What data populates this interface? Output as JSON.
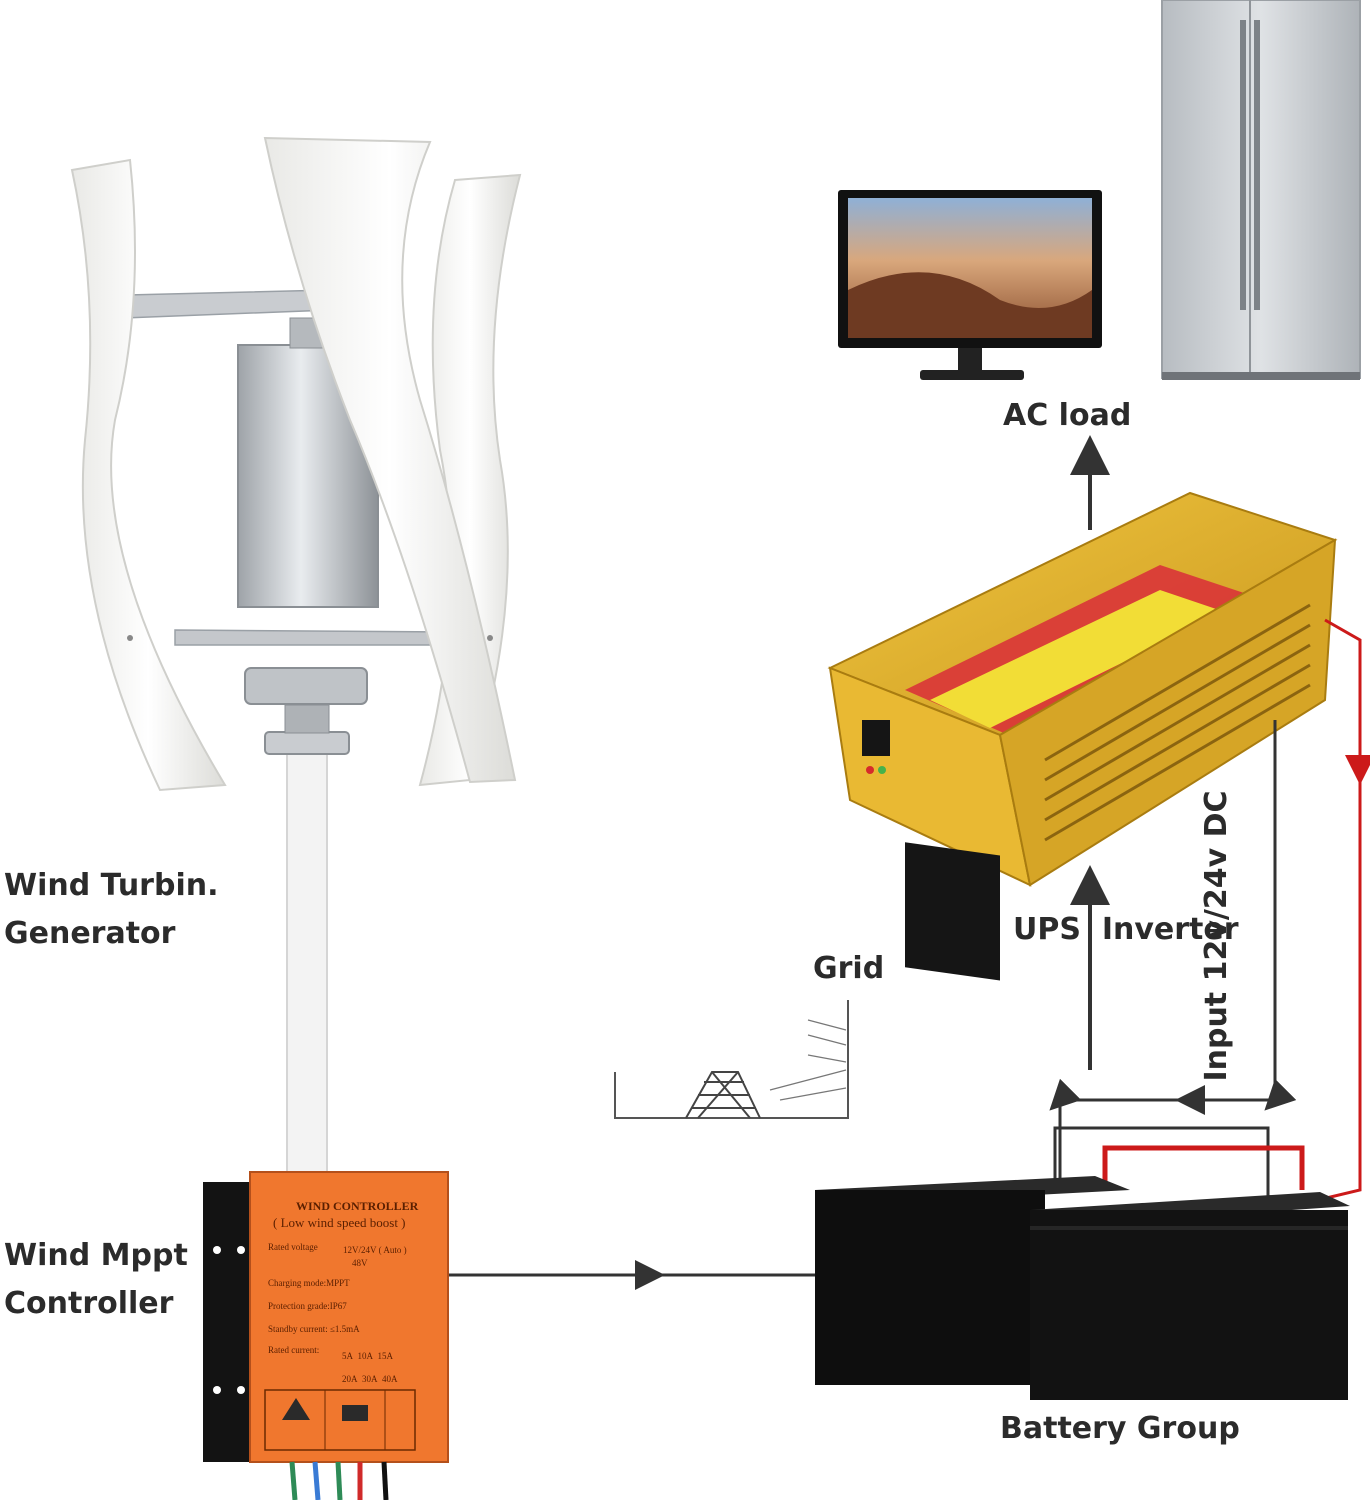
{
  "labels": {
    "turbine_line1": "Wind Turbin.",
    "turbine_line2": "Generator",
    "controller_line1": "Wind Mppt",
    "controller_line2": "Controller",
    "ac_load": "AC load",
    "ups_inverter": "UPS  Inverter",
    "grid": "Grid",
    "input_dc": "Input 12v/24v DC",
    "battery_group": "Battery Group"
  },
  "controller_panel": {
    "title": "WIND CONTROLLER",
    "subtitle": "( Low wind speed boost )",
    "rated_voltage": "Rated voltage",
    "voltage_option_1": "12V/24V ( Auto )",
    "voltage_option_2": "48V",
    "charging_mode": "Charging mode:MPPT",
    "protection": "Protection grade:IP67",
    "standby": "Standby current: ≤1.5mA",
    "rated_current": "Rated current:",
    "current_row_1": [
      "5A",
      "10A",
      "15A"
    ],
    "current_row_2": [
      "20A",
      "30A",
      "40A"
    ]
  },
  "colors": {
    "controller_orange": "#f0772e",
    "inverter_gold": "#dcae2c",
    "positive_wire": "#cc1a1a",
    "negative_wire": "#333333",
    "flow_arrow": "#333333"
  }
}
